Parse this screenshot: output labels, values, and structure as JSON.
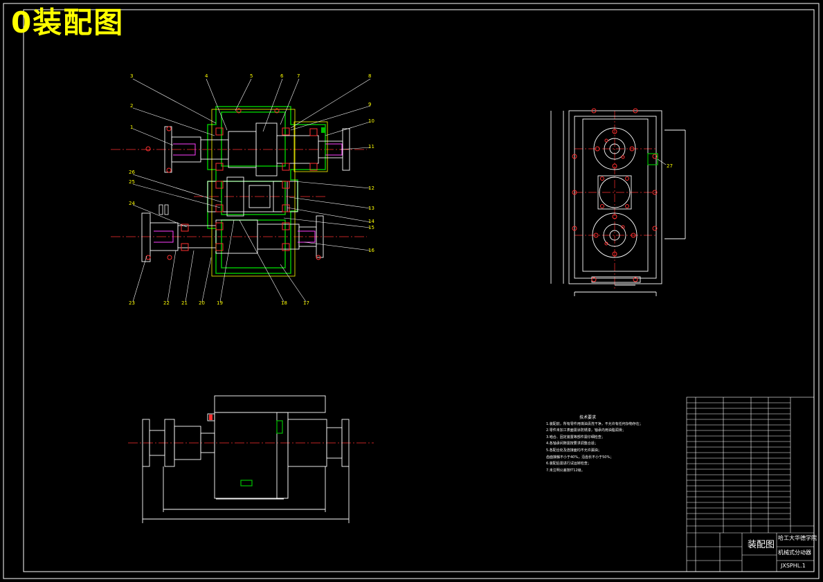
{
  "sheet_title": "0装配图",
  "main_view_labels": {
    "top": [
      "3",
      "4",
      "5",
      "6",
      "7",
      "8"
    ],
    "left": [
      "2",
      "1",
      "26",
      "25",
      "24"
    ],
    "right": [
      "9",
      "10",
      "11",
      "12",
      "13",
      "14",
      "15",
      "16"
    ],
    "bottom": [
      "23",
      "22",
      "21",
      "20",
      "19",
      "18",
      "17"
    ]
  },
  "side_view_label": "27",
  "tech_requirements": {
    "heading": "技术要求",
    "lines": [
      "1.装配前，所有零件用煤油清洗干净，不允许有任何杂物存在；",
      "2.零件未加工表面需涂防锈漆，轴承内用油脂润滑；",
      "3.啮合、固定装置等部件需仔细检查；",
      "4.各轴承间隙需按要求调整合适；",
      "5.各配合处及连接面均不允许漏油；",
      "   齿面接触不小于40%，沿齿长不小于50%；",
      "6.装配后需进行试运转检查；",
      "7.未注明公差按IT12级。"
    ]
  },
  "title_block": {
    "drawing_name": "装配图",
    "school": "哈工大华德学院",
    "product": "机械式分动器",
    "drawing_no": "JXSPHL.1"
  }
}
